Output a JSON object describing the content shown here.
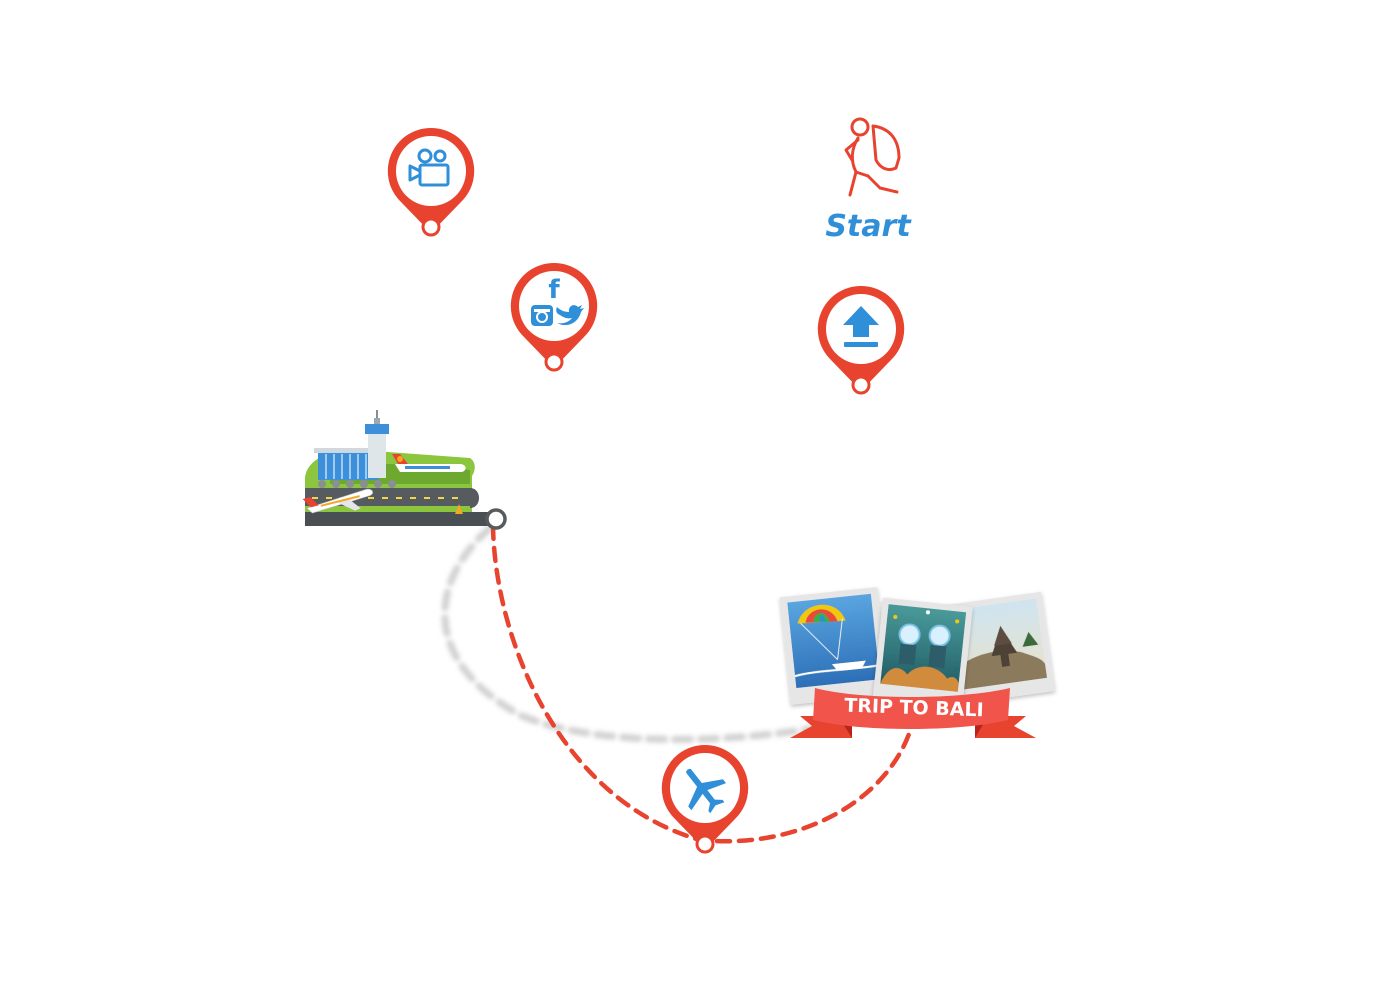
{
  "start": {
    "label": "Start"
  },
  "banner": {
    "label": "TRIP TO BALI"
  },
  "pins": [
    {
      "name": "video-pin",
      "icon": "video-camera-icon"
    },
    {
      "name": "social-pin",
      "icon": "social-media-icons"
    },
    {
      "name": "upload-pin",
      "icon": "upload-icon"
    },
    {
      "name": "flight-pin",
      "icon": "airplane-icon"
    }
  ],
  "social": {
    "facebook_glyph": "f"
  },
  "colors": {
    "pin_red": "#e8432e",
    "icon_blue": "#2f8fd8",
    "path_red": "#e8432e",
    "shadow_gray": "#c9c9c9",
    "banner_red": "#f0544a",
    "banner_dark": "#b8241c"
  }
}
